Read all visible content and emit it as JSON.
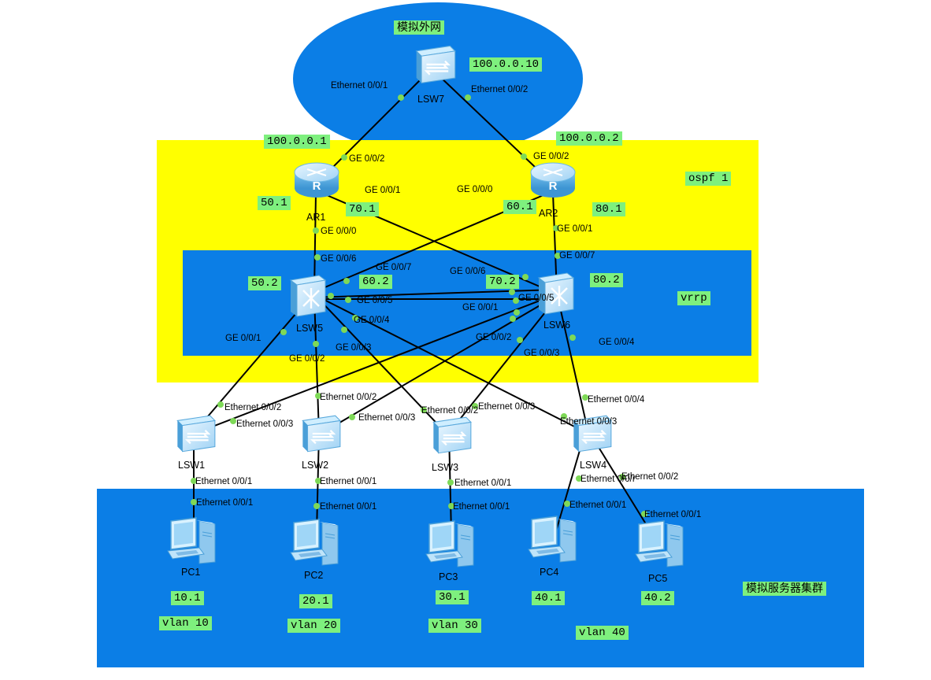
{
  "areas": {
    "external": "模拟外网",
    "ospf": "ospf 1",
    "vrrp": "vrrp",
    "servers": "模拟服务器集群"
  },
  "devices": {
    "lsw7": "LSW7",
    "ar1": "AR1",
    "ar2": "AR2",
    "lsw5": "LSW5",
    "lsw6": "LSW6",
    "lsw1": "LSW1",
    "lsw2": "LSW2",
    "lsw3": "LSW3",
    "lsw4": "LSW4",
    "pc1": "PC1",
    "pc2": "PC2",
    "pc3": "PC3",
    "pc4": "PC4",
    "pc5": "PC5"
  },
  "ips": {
    "lsw7": "100.0.0.10",
    "ar1_up": "100.0.0.1",
    "ar2_up": "100.0.0.2",
    "ar1_50": "50.1",
    "ar1_70": "70.1",
    "ar2_60": "60.1",
    "ar2_80": "80.1",
    "lsw5_50": "50.2",
    "lsw5_60": "60.2",
    "lsw6_70": "70.2",
    "lsw6_80": "80.2",
    "pc1": "10.1",
    "pc2": "20.1",
    "pc3": "30.1",
    "pc4": "40.1",
    "pc5": "40.2"
  },
  "vlans": {
    "v10": "vlan 10",
    "v20": "vlan 20",
    "v30": "vlan 30",
    "v40": "vlan 40"
  },
  "ports": {
    "eth001": "Ethernet 0/0/1",
    "eth002": "Ethernet 0/0/2",
    "eth003": "Ethernet 0/0/3",
    "eth004": "Ethernet 0/0/4",
    "eth00r": "Ethernet 0/0/r",
    "ge000": "GE 0/0/0",
    "ge001": "GE 0/0/1",
    "ge002": "GE 0/0/2",
    "ge003": "GE 0/0/3",
    "ge004": "GE 0/0/4",
    "ge005": "GE 0/0/5",
    "ge006": "GE 0/0/6",
    "ge007": "GE 0/0/7"
  },
  "colors": {
    "area_blue": "#0b7ee6",
    "ospf_yellow": "#ffff00",
    "label_green": "#7ef07e",
    "port_dot": "#7ed957"
  }
}
